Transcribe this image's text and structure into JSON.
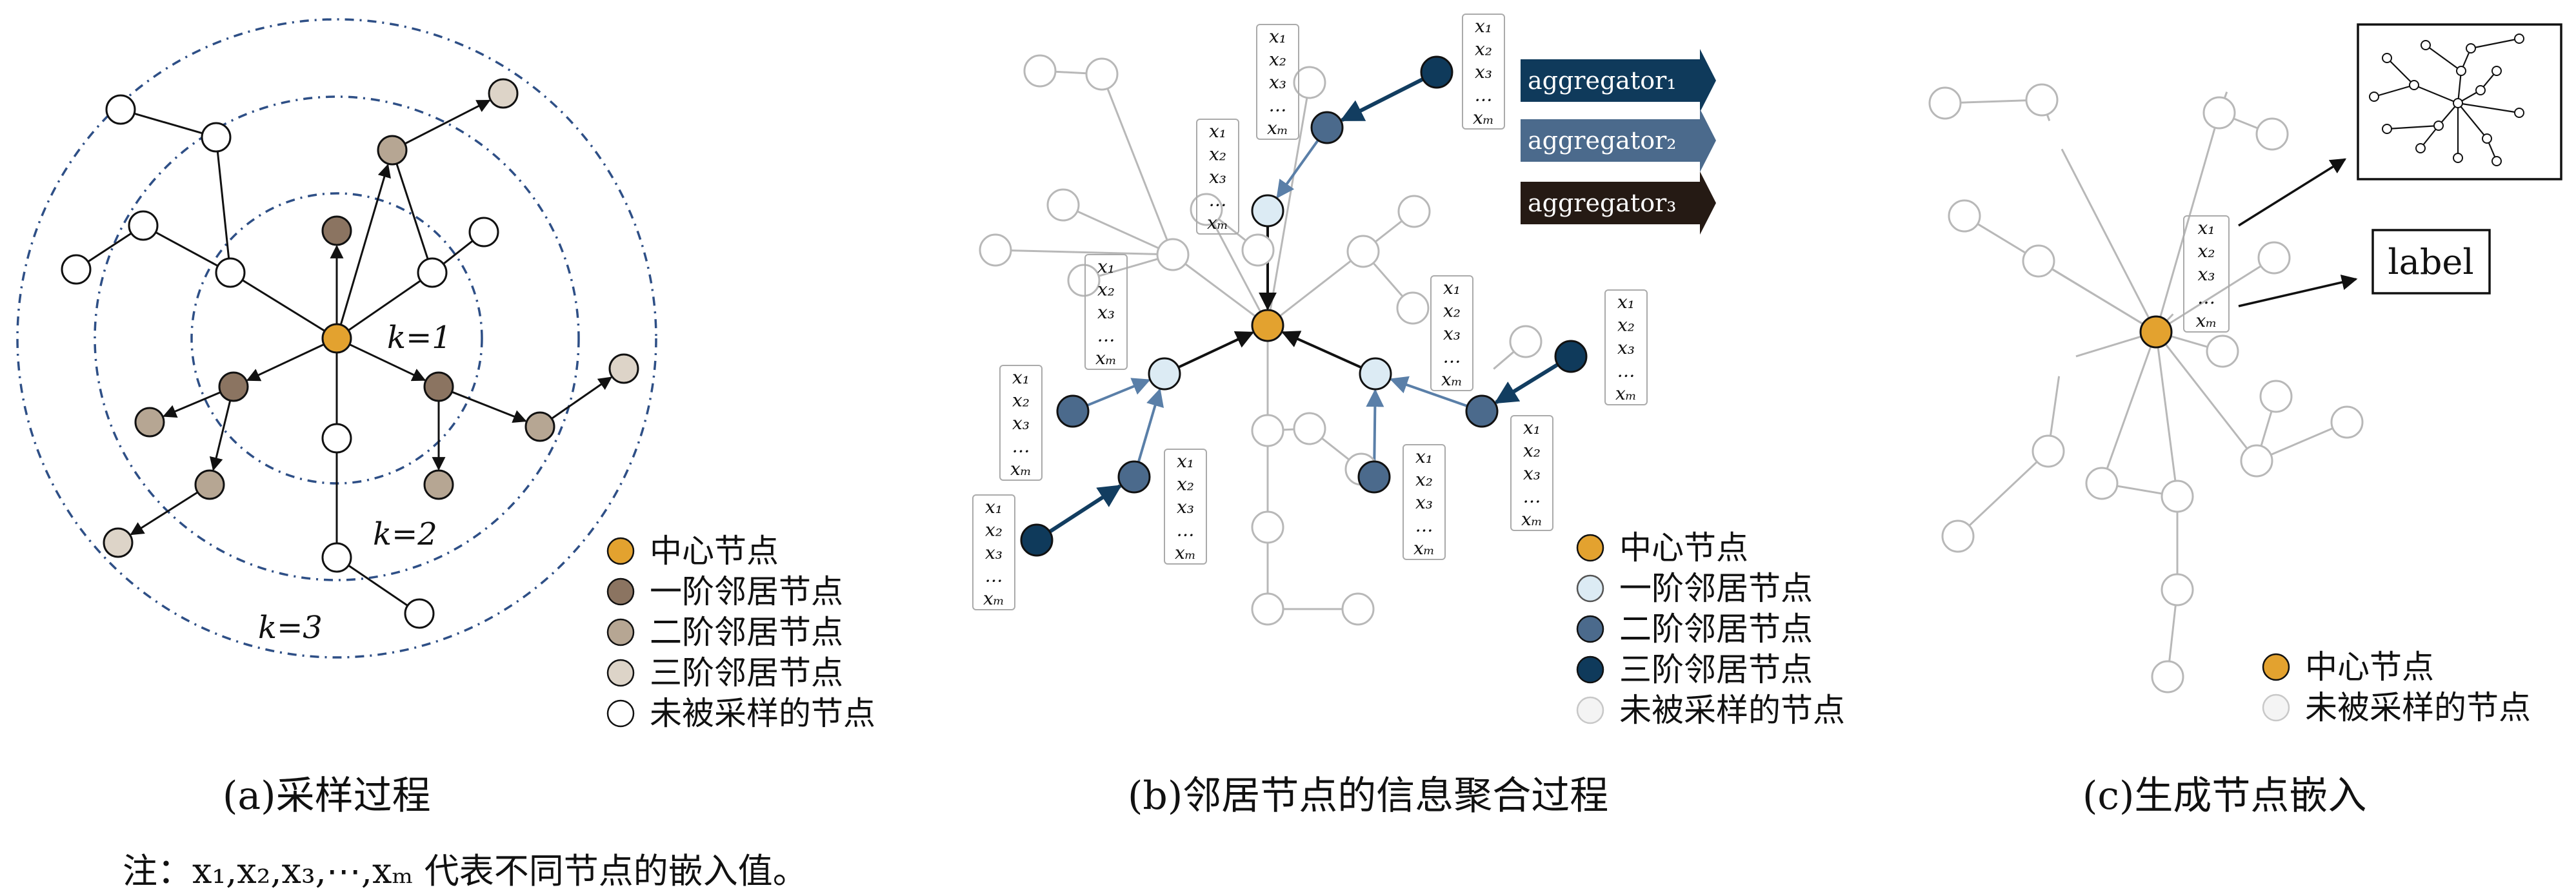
{
  "colors": {
    "center": "#e3a22f",
    "p1_first": "#8b7461",
    "p1_second": "#b6a693",
    "p1_third": "#ddd4c8",
    "p1_unsampled": "#ffffff",
    "p2_first": "#dcebf4",
    "p2_second": "#4b6a8c",
    "p2_third": "#0f3a5b",
    "p2_unsampled": "#f4f4f4",
    "ring": "#2e4f86",
    "gray_edge": "#b8b8b8",
    "agg1": "#0f3a5b",
    "agg2": "#4b6a8c",
    "agg3": "#251a14"
  },
  "panel_a": {
    "caption": "(a)采样过程",
    "k_labels": [
      "k=1",
      "k=2",
      "k=3"
    ],
    "legend": [
      "中心节点",
      "一阶邻居节点",
      "二阶邻居节点",
      "三阶邻居节点",
      "未被采样的节点"
    ]
  },
  "panel_b": {
    "caption": "(b)邻居节点的信息聚合过程",
    "aggregators": [
      "aggregator₁",
      "aggregator₂",
      "aggregator₃"
    ],
    "feature_lines": [
      "x₁",
      "x₂",
      "x₃",
      "…",
      "xₘ"
    ],
    "legend": [
      "中心节点",
      "一阶邻居节点",
      "二阶邻居节点",
      "三阶邻居节点",
      "未被采样的节点"
    ]
  },
  "panel_c": {
    "caption": "(c)生成节点嵌入",
    "label_box": "label",
    "legend": [
      "中心节点",
      "未被采样的节点"
    ]
  },
  "note": "注：x₁,x₂,x₃,⋯,xₘ 代表不同节点的嵌入值。"
}
